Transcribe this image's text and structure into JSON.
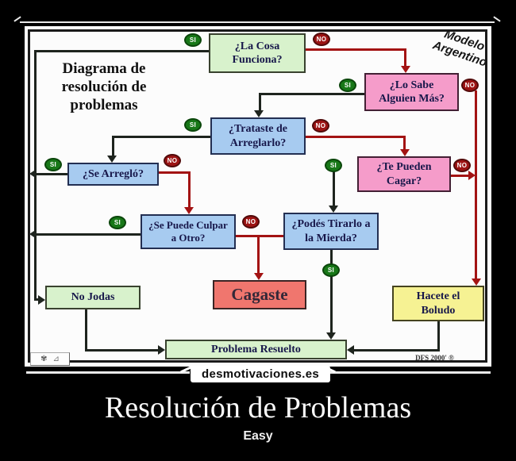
{
  "poster": {
    "title": "Resolución de Problemas",
    "subtitle": "Easy",
    "watermark": "desmotivaciones.es"
  },
  "flowchart": {
    "heading": "Diagrama de resolución de problemas",
    "corner_note": "Modelo Argentino",
    "credit": "DFS 2000' ®",
    "yes_label": "SI",
    "no_label": "NO",
    "nodes": {
      "funciona": "¿La Cosa Funciona?",
      "lo_sabe": "¿Lo Sabe Alguien Más?",
      "trataste": "¿Trataste de Arreglarlo?",
      "se_arreglo": "¿Se Arregló?",
      "te_pueden": "¿Te Pueden Cagar?",
      "se_puede": "¿Se Puede Culpar a Otro?",
      "podes": "¿Podés Tirarlo a la Mierda?",
      "no_jodas": "No Jodas",
      "cagaste": "Cagaste",
      "hacete": "Hacete el Boludo",
      "resuelto": "Problema Resuelto"
    },
    "icons": {
      "stamp_flower": "✾",
      "stamp_triangle": "⊿"
    },
    "colors": {
      "background": "#000000",
      "chart_bg": "#fcfcfc",
      "green_fill": "#d8f2cc",
      "blue_fill": "#a7cbf0",
      "pink_fill": "#f59cca",
      "red_fill": "#f0766e",
      "yellow_fill": "#f6f293",
      "yes_badge": "#187818",
      "no_badge": "#9c1414",
      "line_dark": "#1e241e",
      "line_red": "#a31313"
    }
  }
}
